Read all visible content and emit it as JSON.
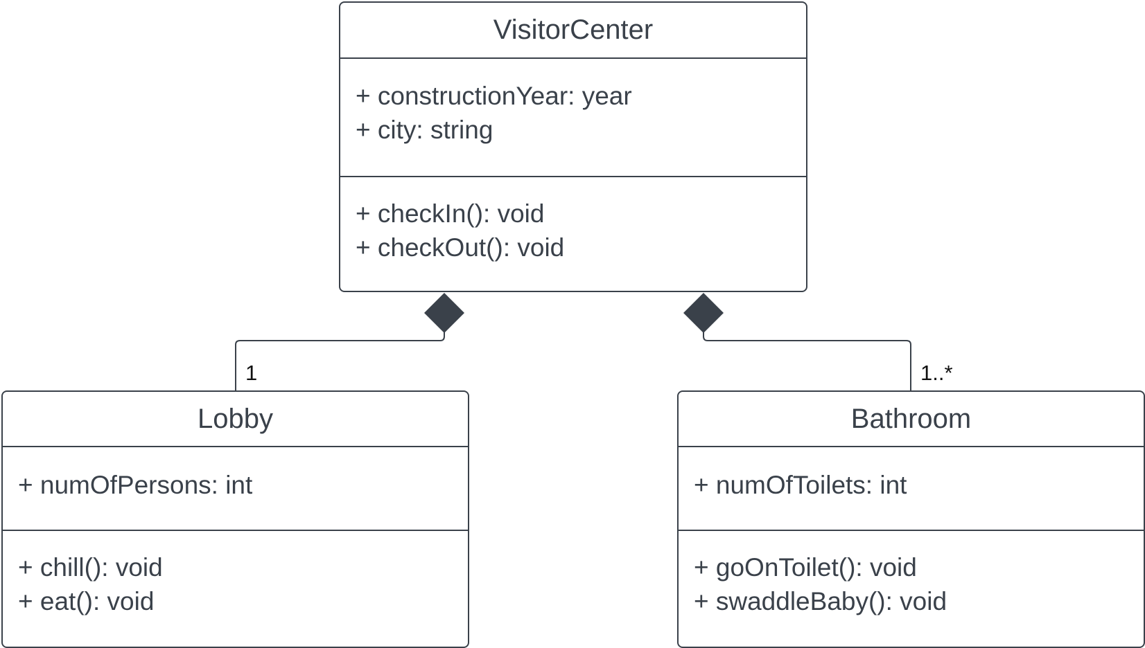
{
  "diagram": {
    "classes": {
      "visitor_center": {
        "name": "VisitorCenter",
        "attributes": [
          "+ constructionYear: year",
          "+ city: string"
        ],
        "methods": [
          "+ checkIn(): void",
          "+ checkOut(): void"
        ]
      },
      "lobby": {
        "name": "Lobby",
        "attributes": [
          "+ numOfPersons: int"
        ],
        "methods": [
          "+ chill(): void",
          "+ eat(): void"
        ]
      },
      "bathroom": {
        "name": "Bathroom",
        "attributes": [
          "+ numOfToilets: int"
        ],
        "methods": [
          "+ goOnToilet(): void",
          "+ swaddleBaby(): void"
        ]
      }
    },
    "relationships": [
      {
        "type": "composition",
        "whole": "VisitorCenter",
        "part": "Lobby",
        "multiplicity": "1"
      },
      {
        "type": "composition",
        "whole": "VisitorCenter",
        "part": "Bathroom",
        "multiplicity": "1..*"
      }
    ]
  },
  "colors": {
    "stroke": "#3a414a",
    "text": "#3a414a",
    "multiplicity_text": "#111111",
    "background": "#ffffff"
  }
}
